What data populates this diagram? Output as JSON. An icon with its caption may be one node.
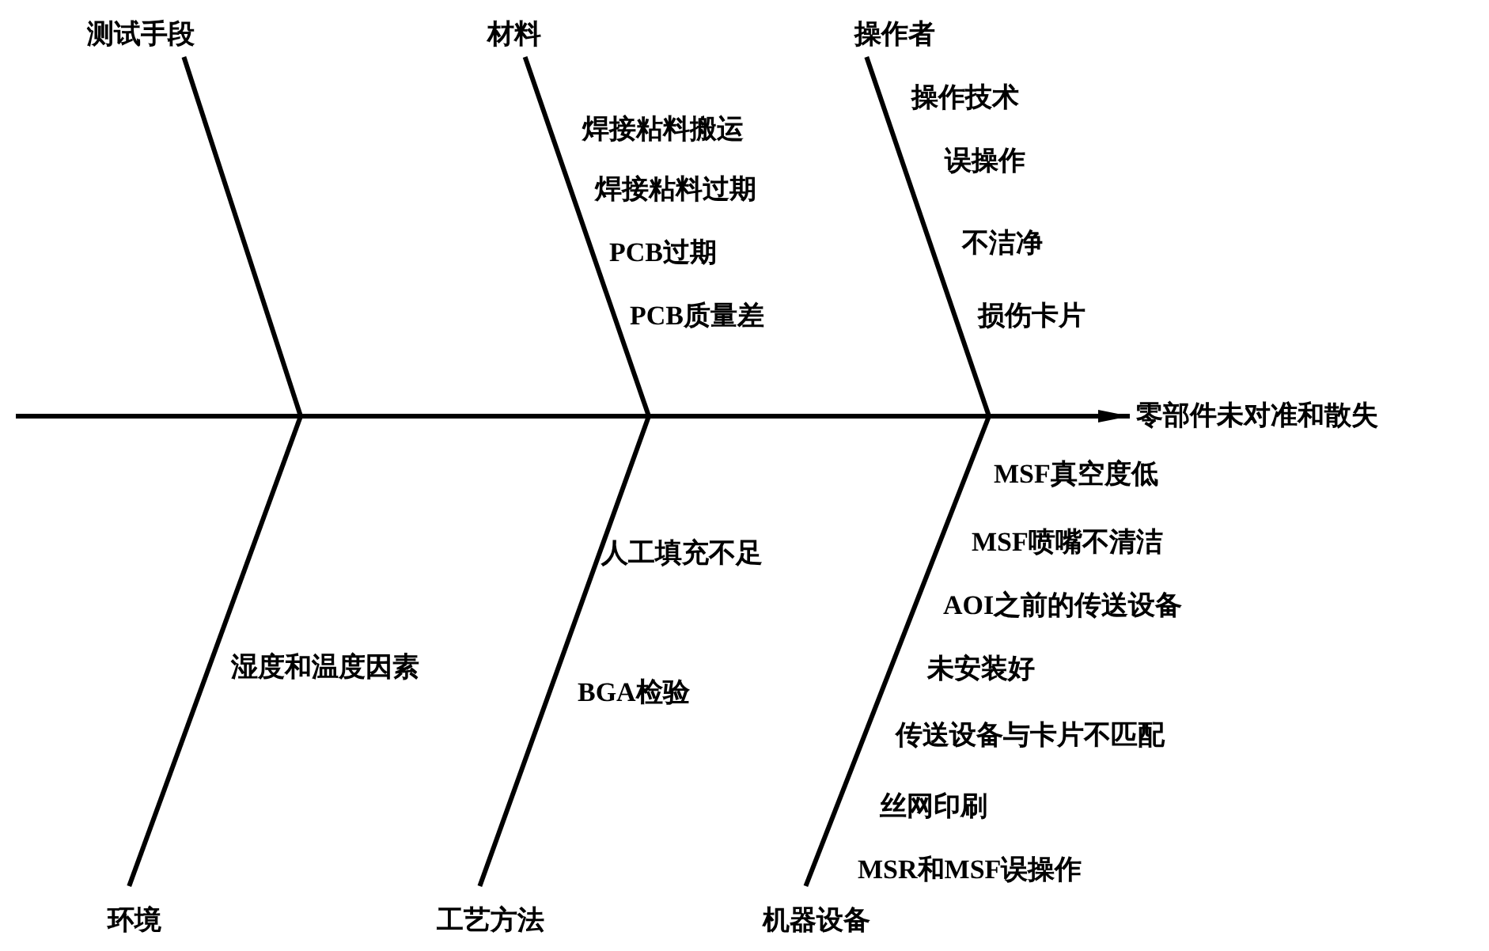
{
  "diagram": {
    "nodes": [
      {
        "text": [
          "测试手段"
        ]
      },
      {
        "text": [
          "材料"
        ]
      },
      {
        "text": [
          "操作者"
        ]
      },
      {
        "text": [
          "零部件未对准和散失"
        ]
      },
      {
        "text": [
          "环境"
        ]
      },
      {
        "text": [
          "工艺方法"
        ]
      },
      {
        "text": [
          "机器设备"
        ]
      }
    ],
    "edges": [
      {
        "from": 0,
        "to": null,
        "arrow": "none"
      },
      {
        "from": 1,
        "to": null,
        "arrow": "none"
      },
      {
        "from": 2,
        "to": null,
        "arrow": "none"
      },
      {
        "from": 4,
        "to": null,
        "arrow": "none"
      },
      {
        "from": 5,
        "to": null,
        "arrow": "none"
      },
      {
        "from": 6,
        "to": null,
        "arrow": "none"
      },
      {
        "from": null,
        "to": 3,
        "arrow": "to"
      }
    ],
    "labels": [
      "焊接粘料搬运",
      "焊接粘料过期",
      "PCB过期",
      "PCB质量差",
      "操作技术",
      "误操作",
      "不洁净",
      "损伤卡片",
      "人工填充不足",
      "湿度和温度因素",
      "BGA检验",
      "MSF真空度低",
      "MSF喷嘴不清洁",
      "AOI之前的传送设备",
      "未安装好",
      "传送设备与卡片不匹配",
      "丝网印刷",
      "MSR和MSF误操作"
    ]
  }
}
